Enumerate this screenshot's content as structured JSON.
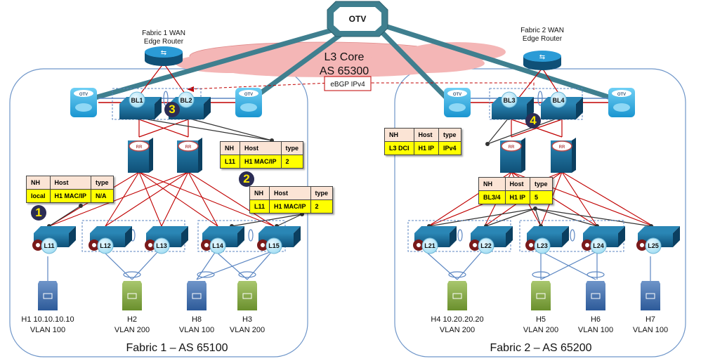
{
  "core": {
    "otv_label": "OTV",
    "cloud_title": "L3 Core",
    "cloud_as": "AS 65300",
    "ebgp_label": "eBGP IPv4"
  },
  "colors": {
    "fabric_border": "#6f96c9",
    "fabric_label": "#c00000",
    "link_red": "#c00000",
    "link_dark": "#333333",
    "link_blue": "#5b86c2",
    "otv_teal": "#3f7f8f",
    "cloud_pink": "#f4b6b6",
    "table_header": "#fbe4d5",
    "table_row": "#ffff00",
    "switch_blue": "#1c6b95",
    "host_blue": "#3a6ba8",
    "host_green": "#7ea33f"
  },
  "fabric1": {
    "title": "Fabric 1 – AS 65100",
    "wan_router_line1": "Fabric 1 WAN",
    "wan_router_line2": "Edge Router",
    "otv_left": "OTV",
    "otv_right": "OTV",
    "border_leafs": [
      "BL1",
      "BL2"
    ],
    "route_reflectors": [
      "RR",
      "RR"
    ],
    "leafs": [
      "L11",
      "L12",
      "L13",
      "L14",
      "L15"
    ],
    "hosts": [
      {
        "name": "H1 10.10.10.10",
        "vlan": "VLAN 100",
        "color": "blue"
      },
      {
        "name": "H2",
        "vlan": "VLAN 200",
        "color": "green"
      },
      {
        "name": "H8",
        "vlan": "VLAN 100",
        "color": "blue"
      },
      {
        "name": "H3",
        "vlan": "VLAN 200",
        "color": "green"
      }
    ]
  },
  "fabric2": {
    "title": "Fabric 2 – AS 65200",
    "wan_router_line1": "Fabric 2 WAN",
    "wan_router_line2": "Edge Router",
    "otv_left": "OTV",
    "otv_right": "OTV",
    "border_leafs": [
      "BL3",
      "BL4"
    ],
    "route_reflectors": [
      "RR",
      "RR"
    ],
    "leafs": [
      "L21",
      "L22",
      "L23",
      "L24",
      "L25"
    ],
    "hosts": [
      {
        "name": "H4 10.20.20.20",
        "vlan": "VLAN 200",
        "color": "green"
      },
      {
        "name": "H5",
        "vlan": "VLAN 200",
        "color": "green"
      },
      {
        "name": "H6",
        "vlan": "VLAN 100",
        "color": "blue"
      },
      {
        "name": "H7",
        "vlan": "VLAN 100",
        "color": "blue"
      }
    ]
  },
  "tables": {
    "t1": {
      "headers": [
        "NH",
        "Host",
        "type"
      ],
      "row": [
        "local",
        "H1 MAC/IP",
        "N/A"
      ]
    },
    "t2a": {
      "headers": [
        "NH",
        "Host",
        "type"
      ],
      "row": [
        "L11",
        "H1 MAC/IP",
        "2"
      ]
    },
    "t2b": {
      "headers": [
        "NH",
        "Host",
        "type"
      ],
      "row": [
        "L11",
        "H1 MAC/IP",
        "2"
      ]
    },
    "t4": {
      "headers": [
        "NH",
        "Host",
        "type"
      ],
      "row": [
        "L3 DCI",
        "H1 IP",
        "IPv4"
      ]
    },
    "t5": {
      "headers": [
        "NH",
        "Host",
        "type"
      ],
      "row": [
        "BL3/4",
        "H1 IP",
        "5"
      ]
    }
  },
  "steps": [
    "1",
    "2",
    "3",
    "4"
  ]
}
